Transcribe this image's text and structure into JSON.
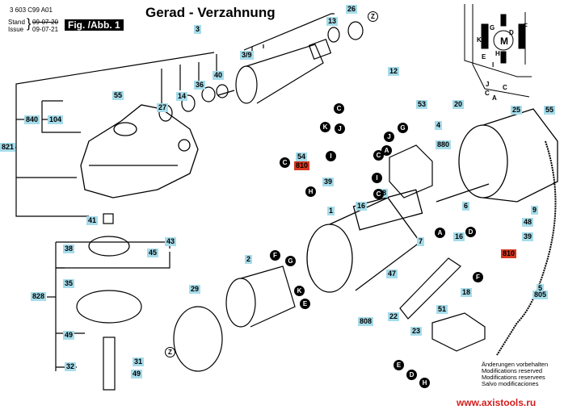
{
  "header": {
    "document_number": "3 603 C99 A01",
    "stand_label": "Stand",
    "issue_label": "Issue",
    "stand_date_struck": "09-07-20",
    "issue_date": "09-07-21",
    "figure_label": "Fig. /Abb. 1",
    "title": "Gerad - Verzahnung"
  },
  "schematic": {
    "motor_label": "M",
    "terminals": [
      "G",
      "F",
      "D",
      "K",
      "E",
      "H",
      "I",
      "J",
      "C",
      "C",
      "A"
    ]
  },
  "part_labels": [
    {
      "id": "p3",
      "text": "3"
    },
    {
      "id": "p3_9",
      "text": "3/9"
    },
    {
      "id": "p13",
      "text": "13"
    },
    {
      "id": "p26",
      "text": "26"
    },
    {
      "id": "p40",
      "text": "40"
    },
    {
      "id": "p36",
      "text": "36"
    },
    {
      "id": "p14",
      "text": "14"
    },
    {
      "id": "p27",
      "text": "27"
    },
    {
      "id": "p55a",
      "text": "55"
    },
    {
      "id": "p840",
      "text": "840"
    },
    {
      "id": "p104",
      "text": "104"
    },
    {
      "id": "p821",
      "text": "821"
    },
    {
      "id": "p12",
      "text": "12"
    },
    {
      "id": "p53",
      "text": "53"
    },
    {
      "id": "p20",
      "text": "20"
    },
    {
      "id": "p25",
      "text": "25"
    },
    {
      "id": "p55b",
      "text": "55"
    },
    {
      "id": "p4",
      "text": "4"
    },
    {
      "id": "p880",
      "text": "880"
    },
    {
      "id": "p54",
      "text": "54"
    },
    {
      "id": "p39a",
      "text": "39"
    },
    {
      "id": "p48a",
      "text": "48"
    },
    {
      "id": "p16a",
      "text": "16"
    },
    {
      "id": "p6",
      "text": "6"
    },
    {
      "id": "p9",
      "text": "9"
    },
    {
      "id": "p48b",
      "text": "48"
    },
    {
      "id": "p16b",
      "text": "16"
    },
    {
      "id": "p39b",
      "text": "39"
    },
    {
      "id": "p41",
      "text": "41"
    },
    {
      "id": "p45",
      "text": "45"
    },
    {
      "id": "p43",
      "text": "43"
    },
    {
      "id": "p38",
      "text": "38"
    },
    {
      "id": "p828",
      "text": "828"
    },
    {
      "id": "p35",
      "text": "35"
    },
    {
      "id": "p49a",
      "text": "49"
    },
    {
      "id": "p32",
      "text": "32"
    },
    {
      "id": "p31",
      "text": "31"
    },
    {
      "id": "p49b",
      "text": "49"
    },
    {
      "id": "p29",
      "text": "29"
    },
    {
      "id": "p2",
      "text": "2"
    },
    {
      "id": "p1",
      "text": "1"
    },
    {
      "id": "p7",
      "text": "7"
    },
    {
      "id": "p47",
      "text": "47"
    },
    {
      "id": "p18",
      "text": "18"
    },
    {
      "id": "p22",
      "text": "22"
    },
    {
      "id": "p23",
      "text": "23"
    },
    {
      "id": "p808",
      "text": "808"
    },
    {
      "id": "p51",
      "text": "51"
    },
    {
      "id": "p5",
      "text": "5"
    },
    {
      "id": "p805",
      "text": "805"
    }
  ],
  "highlighted_labels": [
    {
      "id": "p810a",
      "text": "810"
    },
    {
      "id": "p810b",
      "text": "810"
    }
  ],
  "connector_markers": [
    {
      "id": "z1",
      "text": "Z"
    },
    {
      "id": "c1",
      "text": "C"
    },
    {
      "id": "k1",
      "text": "K"
    },
    {
      "id": "j1",
      "text": "J"
    },
    {
      "id": "g1",
      "text": "G"
    },
    {
      "id": "j2",
      "text": "J"
    },
    {
      "id": "a1",
      "text": "A"
    },
    {
      "id": "c2",
      "text": "C"
    },
    {
      "id": "c3",
      "text": "C"
    },
    {
      "id": "i1",
      "text": "I"
    },
    {
      "id": "i2",
      "text": "I"
    },
    {
      "id": "h1",
      "text": "H"
    },
    {
      "id": "c4",
      "text": "C"
    },
    {
      "id": "a2",
      "text": "A"
    },
    {
      "id": "d1",
      "text": "D"
    },
    {
      "id": "f1",
      "text": "F"
    },
    {
      "id": "f2",
      "text": "F"
    },
    {
      "id": "g2",
      "text": "G"
    },
    {
      "id": "k2",
      "text": "K"
    },
    {
      "id": "e1",
      "text": "E"
    },
    {
      "id": "z2",
      "text": "Z"
    },
    {
      "id": "z3",
      "text": "Z"
    },
    {
      "id": "e2",
      "text": "E"
    },
    {
      "id": "d2",
      "text": "D"
    },
    {
      "id": "h2",
      "text": "H"
    }
  ],
  "footer": {
    "notes": [
      "Änderungen vorbehalten",
      "Modifications reserved",
      "Modifications reservees",
      "Salvo modificaciones"
    ],
    "website": "www.axistools.ru"
  },
  "colors": {
    "label_bg": "#a6dcea",
    "highlight_bg": "#d6381f",
    "website": "#d41c1c"
  }
}
